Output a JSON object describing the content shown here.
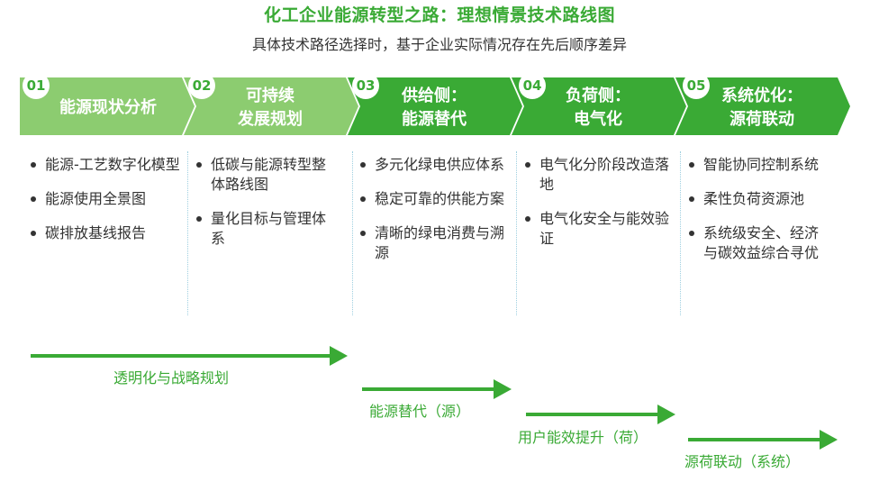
{
  "title": "化工企业能源转型之路：理想情景技术路线图",
  "subtitle": "具体技术路径选择时，基于企业实际情况存在先后顺序差异",
  "colors": {
    "green_light": "#8ccc70",
    "green": "#3aaa35",
    "text": "#333333"
  },
  "steps": [
    {
      "num": "01",
      "line1": "能源现状分析",
      "line2": "",
      "bullets": [
        "能源-工艺数字化模型",
        "能源使用全景图",
        "碳排放基线报告"
      ]
    },
    {
      "num": "02",
      "line1": "可持续",
      "line2": "发展规划",
      "bullets": [
        "低碳与能源转型整体路线图",
        "量化目标与管理体系"
      ]
    },
    {
      "num": "03",
      "line1": "供给侧：",
      "line2": "能源替代",
      "bullets": [
        "多元化绿电供应体系",
        "稳定可靠的供能方案",
        "清晰的绿电消费与溯源"
      ]
    },
    {
      "num": "04",
      "line1": "负荷侧：",
      "line2": "电气化",
      "bullets": [
        "电气化分阶段改造落地",
        "电气化安全与能效验证"
      ]
    },
    {
      "num": "05",
      "line1": "系统优化：",
      "line2": "源荷联动",
      "bullets": [
        "智能协同控制系统",
        "柔性负荷资源池",
        "系统级安全、经济与碳效益综合寻优"
      ]
    }
  ],
  "tracks": [
    {
      "label": "透明化与战略规划"
    },
    {
      "label": "能源替代（源）"
    },
    {
      "label": "用户能效提升（荷）"
    },
    {
      "label": "源荷联动（系统）"
    }
  ]
}
